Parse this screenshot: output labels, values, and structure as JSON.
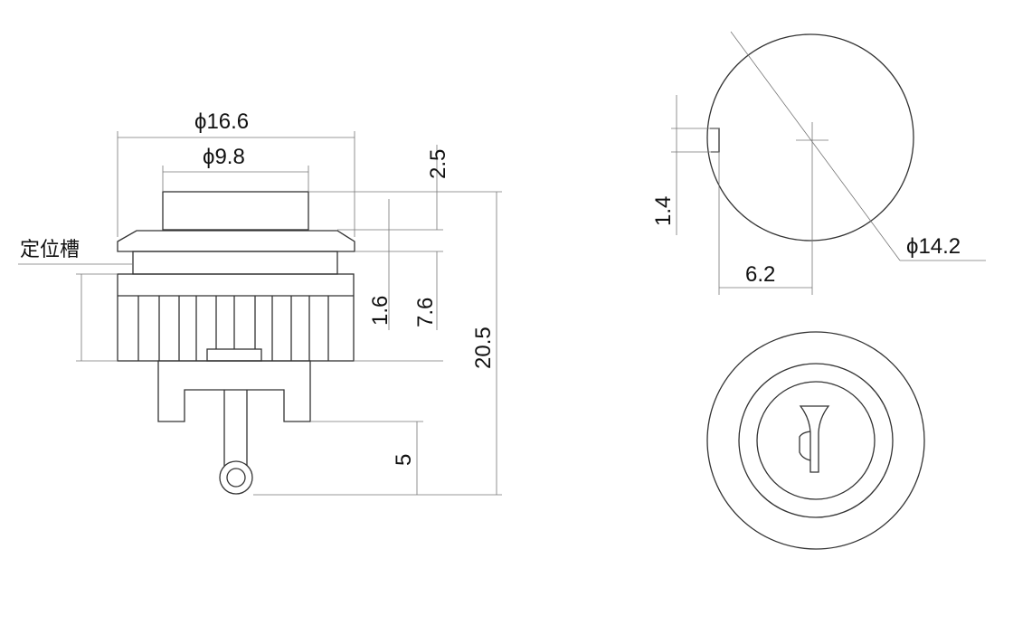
{
  "side_view": {
    "dim_outer_diameter": "ϕ16.6",
    "dim_cap_diameter": "ϕ9.8",
    "dim_cap_height": "2.5",
    "dim_flange": "1.6",
    "dim_body": "7.6",
    "dim_total": "20.5",
    "dim_pin": "5",
    "label_slot": "定位槽"
  },
  "top_view": {
    "dim_tab": "1.4",
    "dim_offset": "6.2",
    "dim_diameter": "ϕ14.2"
  }
}
